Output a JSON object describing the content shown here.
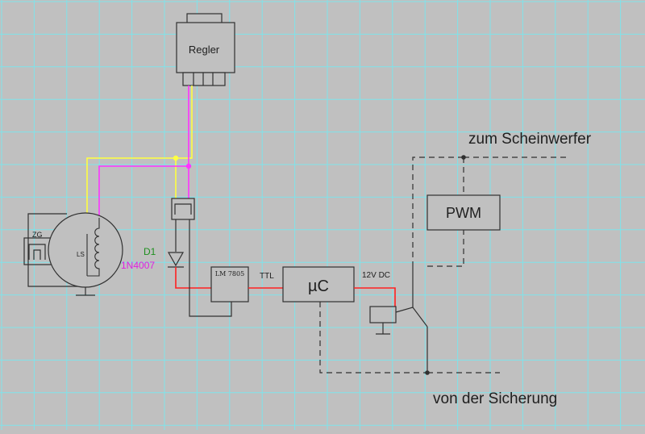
{
  "canvas": {
    "background": "#c0c0c0",
    "grid_color": "#7fe3ea"
  },
  "colors": {
    "wire": "#303030",
    "yellow_wire": "#ffff40",
    "magenta_wire": "#ff33ff",
    "red_wire": "#ff2020",
    "green_label": "#1f8f1f",
    "magenta_label": "#e020e0"
  },
  "labels": {
    "regler": "Regler",
    "zg": "ZG",
    "ls": "LS",
    "d1": "D1",
    "diode_part": "1N4007",
    "lm7805": "LM 7805",
    "ttl": "TTL",
    "uc": "µC",
    "v12dc": "12V DC",
    "pwm": "PWM",
    "scheinwerfer": "zum Scheinwerfer",
    "sicherung": "von der Sicherung"
  },
  "icons": {
    "regulator": "regulator-module-icon",
    "stator": "stator-coil-icon",
    "ground": "ground-icon",
    "diode": "diode-icon",
    "relay": "relay-coil-icon"
  }
}
